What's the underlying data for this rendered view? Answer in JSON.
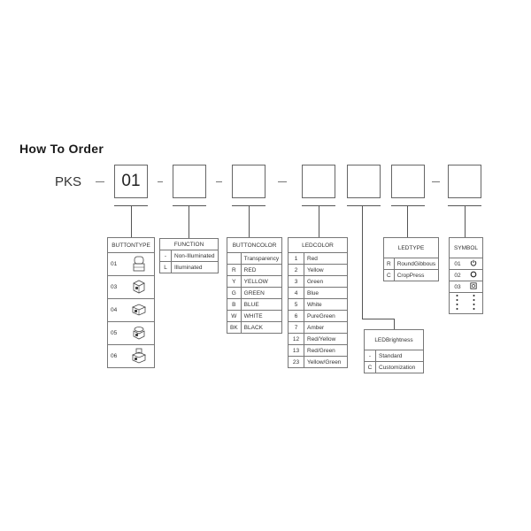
{
  "title": "How To Order",
  "prefix": "PKS",
  "first_code": "01",
  "buttontype": {
    "header": "BUTTONTYPE",
    "codes": [
      "01",
      "03",
      "04",
      "05",
      "06"
    ]
  },
  "function": {
    "header": "FUNCTION",
    "rows": [
      {
        "code": "-",
        "label": "Non-Illuminated"
      },
      {
        "code": "L",
        "label": "Illuminated"
      }
    ]
  },
  "buttoncolor": {
    "header": "BUTTONCOLOR",
    "rows": [
      {
        "code": "",
        "label": "Transparency"
      },
      {
        "code": "R",
        "label": "RED"
      },
      {
        "code": "Y",
        "label": "YELLOW"
      },
      {
        "code": "G",
        "label": "GREEN"
      },
      {
        "code": "B",
        "label": "BLUE"
      },
      {
        "code": "W",
        "label": "WHITE"
      },
      {
        "code": "BK",
        "label": "BLACK"
      }
    ]
  },
  "ledcolor": {
    "header": "LEDCOLOR",
    "rows": [
      {
        "code": "1",
        "label": "Red"
      },
      {
        "code": "2",
        "label": "Yellow"
      },
      {
        "code": "3",
        "label": "Green"
      },
      {
        "code": "4",
        "label": "Blue"
      },
      {
        "code": "5",
        "label": "White"
      },
      {
        "code": "6",
        "label": "PureGreen"
      },
      {
        "code": "7",
        "label": "Amber"
      },
      {
        "code": "12",
        "label": "Red/Yellow"
      },
      {
        "code": "13",
        "label": "Red/Green"
      },
      {
        "code": "23",
        "label": "Yellow/Green"
      }
    ]
  },
  "ledbrightness": {
    "header": "LEDBrightness",
    "rows": [
      {
        "code": "-",
        "label": "Standard"
      },
      {
        "code": "C",
        "label": "Customization"
      }
    ]
  },
  "ledtype": {
    "header": "LEDTYPE",
    "rows": [
      {
        "code": "R",
        "label": "RoundGibbous"
      },
      {
        "code": "C",
        "label": "CropPress"
      }
    ]
  },
  "symbol": {
    "header": "SYMBOL",
    "codes": [
      "01",
      "02",
      "03"
    ]
  },
  "icons": {
    "buttontype": [
      "round-cap-button-icon",
      "square-button-icon",
      "square-flat-button-icon",
      "round-flat-button-icon",
      "raised-button-icon"
    ],
    "symbol": [
      "power-icon",
      "ring-icon",
      "framed-symbol-icon"
    ]
  }
}
